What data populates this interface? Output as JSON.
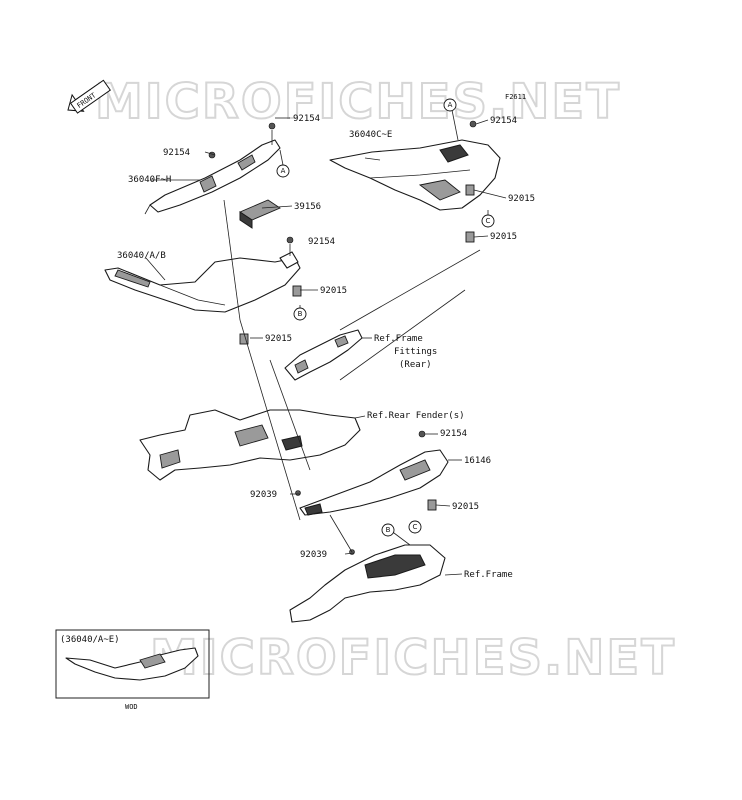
{
  "figure_code": "F2611",
  "watermark_text": "MICROFICHES.NET",
  "front_label": "FRONT",
  "ref_circles": [
    "A",
    "A",
    "B",
    "B",
    "C",
    "C"
  ],
  "part_labels": {
    "p92154_a": "92154",
    "p92154_b": "92154",
    "p36040fh": "36040F~H",
    "p39156": "39156",
    "p92154_c": "92154",
    "p36040ab": "36040/A/B",
    "p92015_a": "92015",
    "p92015_b": "92015",
    "p92154_d": "92154",
    "p36040ce": "36040C~E",
    "p92015_c": "92015",
    "p92015_d": "92015",
    "ref_frame_fittings_1": "Ref.Frame",
    "ref_frame_fittings_2": "Fittings",
    "ref_frame_fittings_3": "(Rear)",
    "ref_rear_fender": "Ref.Rear Fender(s)",
    "p92154_e": "92154",
    "p16146": "16146",
    "p92039_a": "92039",
    "p92015_e": "92015",
    "p92039_b": "92039",
    "ref_frame": "Ref.Frame"
  },
  "inset": {
    "title": "(36040/A~E)",
    "caption": "WOD"
  }
}
